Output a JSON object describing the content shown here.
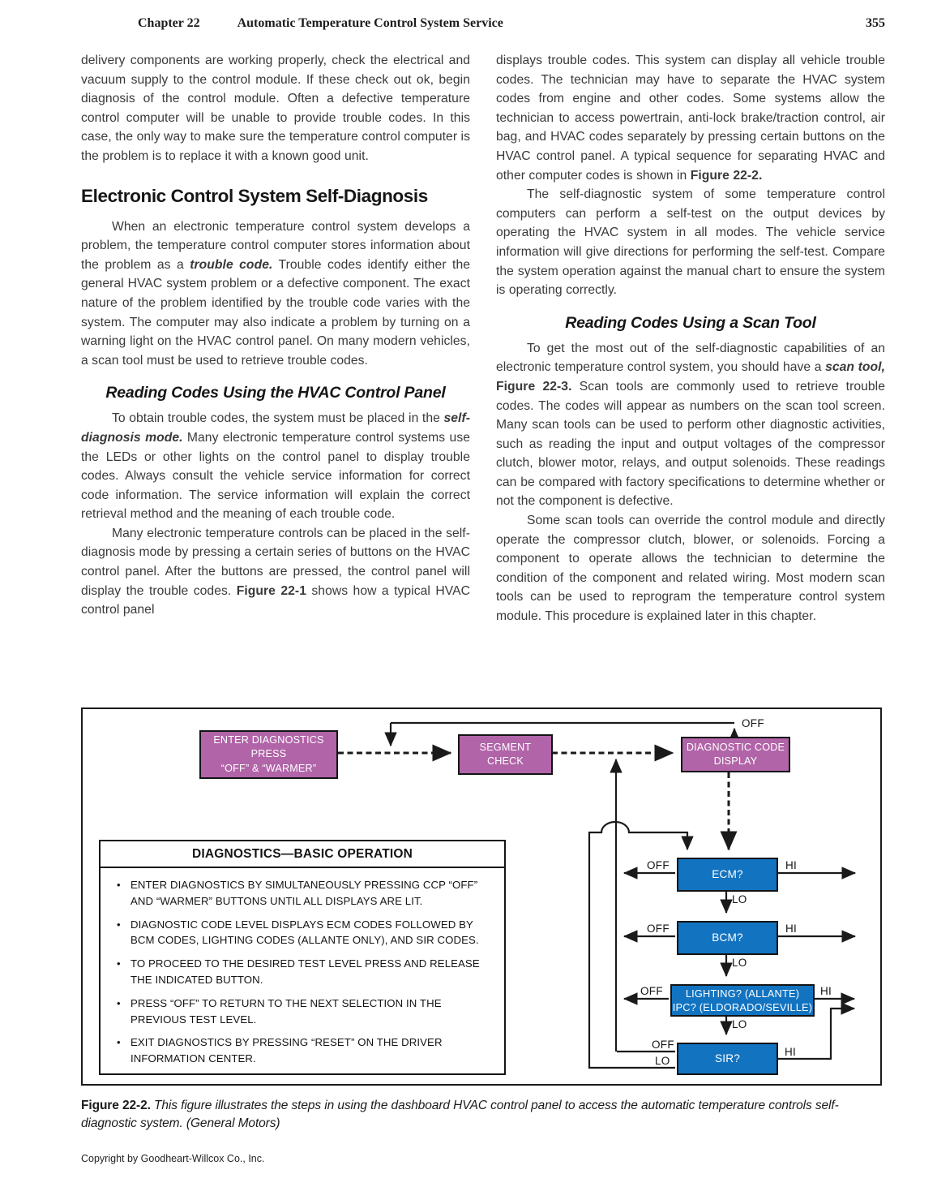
{
  "header": {
    "chapter": "Chapter 22",
    "title": "Automatic Temperature Control System Service",
    "page_number": "355"
  },
  "article": {
    "left": {
      "p1": "delivery components are working properly, check the electrical and vacuum supply to the control module. If these check out ok, begin diagnosis of the control module. Often a defective temperature control computer will be unable to provide trouble codes. In this case, the only way to make sure the temperature control computer is the problem is to replace it with a known good unit.",
      "h1": "Electronic Control System Self-Diagnosis",
      "p2a": "When an electronic temperature control system develops a problem, the temperature control computer stores information about the problem as a ",
      "p2b": "trouble code.",
      "p2c": " Trouble codes identify either the general HVAC system problem or a defective component. The exact nature of the problem identified by the trouble code varies with the system. The computer may also indicate a problem by turning on a warning light on the HVAC control panel. On many modern vehicles, a scan tool must be used to retrieve trouble codes.",
      "h2": "Reading Codes Using the HVAC Control Panel",
      "p3a": "To obtain trouble codes, the system must be placed in the ",
      "p3b": "self-diagnosis mode.",
      "p3c": " Many electronic temperature control systems use the LEDs or other lights on the control panel to display trouble codes. Always consult the vehicle service information for correct code information. The service information will explain the correct retrieval method and the meaning of each trouble code.",
      "p4a": "Many electronic temperature controls can be placed in the self-diagnosis mode by pressing a certain series of buttons on the HVAC control panel. After the buttons are pressed, the control panel will display the trouble codes. ",
      "p4b": "Figure 22-1",
      "p4c": " shows how a typical HVAC control panel"
    },
    "right": {
      "p1a": "displays trouble codes. This system can display all vehicle trouble codes. The technician may have to separate the HVAC system codes from engine and other codes. Some systems allow the technician to access powertrain, anti-lock brake/traction control, air bag, and HVAC codes separately by pressing certain buttons on the HVAC control panel. A typical sequence for separating HVAC and other computer codes is shown in ",
      "p1b": "Figure 22-2.",
      "p2": "The self-diagnostic system of some temperature control computers can perform a self-test on the output devices by operating the HVAC system in all modes. The vehicle service information will give directions for performing the self-test. Compare the system operation against the manual chart to ensure the system is operating correctly.",
      "h2": "Reading Codes Using a Scan Tool",
      "p3a": "To get the most out of the self-diagnostic capabilities of an electronic temperature control system, you should have a ",
      "p3b": "scan tool,",
      "p3c": " Figure 22-3.",
      "p3d": " Scan tools are commonly used to retrieve trouble codes. The codes will appear as numbers on the scan tool screen. Many scan tools can be used to perform other diagnostic activities, such as reading the input and output voltages of the compressor clutch, blower motor, relays, and output solenoids. These readings can be compared with factory specifications to determine whether or not the component is defective.",
      "p4": "Some scan tools can override the control module and directly operate the compressor clutch, blower, or solenoids. Forcing a component to operate allows the technician to determine the condition of the component and related wiring. Most modern scan tools can be used to reprogram the temperature control system module. This procedure is explained later in this chapter."
    }
  },
  "figure": {
    "colors": {
      "purple": "#b164a8",
      "blue": "#1273c0",
      "line": "#1a1a1a"
    },
    "nodes": {
      "enter": {
        "line1": "ENTER DIAGNOSTICS",
        "line2": "PRESS",
        "line3": "“OFF” & “WARMER”"
      },
      "segment": {
        "line1": "SEGMENT",
        "line2": "CHECK"
      },
      "display": {
        "line1": "DIAGNOSTIC CODE",
        "line2": "DISPLAY"
      },
      "ecm": "ECM?",
      "bcm": "BCM?",
      "lighting1": "LIGHTING? (ALLANTE)",
      "lighting2": "IPC? (ELDORADO/SEVILLE)",
      "sir": "SIR?"
    },
    "labels": {
      "off_top": "OFF",
      "ecm_off": "OFF",
      "ecm_hi": "HI",
      "ecm_lo": "LO",
      "bcm_off": "OFF",
      "bcm_hi": "HI",
      "bcm_lo": "LO",
      "light_off": "OFF",
      "light_hi": "HI",
      "light_lo": "LO",
      "sir_off": "OFF",
      "sir_lo": "LO",
      "sir_hi": "HI"
    },
    "ops": {
      "title": "DIAGNOSTICS—BASIC OPERATION",
      "bullet_char": "•",
      "bullets": [
        "ENTER DIAGNOSTICS BY SIMULTANEOUSLY PRESSING CCP “OFF” AND “WARMER” BUTTONS UNTIL ALL DISPLAYS ARE LIT.",
        "DIAGNOSTIC CODE LEVEL DISPLAYS ECM CODES FOLLOWED BY BCM CODES, LIGHTING CODES (ALLANTE ONLY), AND SIR CODES.",
        "TO PROCEED TO THE DESIRED TEST LEVEL PRESS AND RELEASE THE INDICATED BUTTON.",
        "PRESS “OFF” TO RETURN TO THE NEXT SELECTION IN THE PREVIOUS TEST LEVEL.",
        "EXIT DIAGNOSTICS BY PRESSING “RESET” ON THE DRIVER INFORMATION CENTER."
      ]
    }
  },
  "caption": {
    "label": "Figure 22-2.",
    "text": " This figure illustrates the steps in using the dashboard HVAC control panel to access the automatic temperature controls self-diagnostic system. (General Motors)"
  },
  "footer": {
    "copyright": "Copyright by Goodheart-Willcox Co., Inc."
  }
}
